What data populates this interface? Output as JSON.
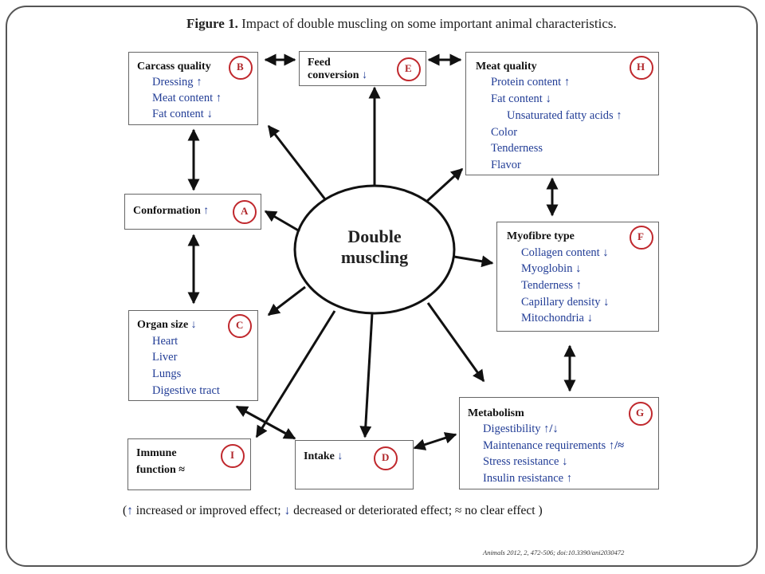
{
  "title": {
    "prefix": "Figure 1.",
    "text": "Impact of double muscling on some important animal characteristics."
  },
  "center": {
    "line1": "Double",
    "line2": "muscling"
  },
  "boxes": {
    "B": {
      "letter": "B",
      "title": "Carcass quality",
      "items": [
        "Dressing",
        "Meat content",
        "Fat content"
      ]
    },
    "E": {
      "letter": "E",
      "title_line1": "Feed",
      "title_line2": "conversion"
    },
    "H": {
      "letter": "H",
      "title": "Meat quality",
      "items": [
        "Protein content",
        "Fat content",
        "Unsaturated fatty acids",
        "Color",
        "Tenderness",
        "Flavor"
      ]
    },
    "A": {
      "letter": "A",
      "title": "Conformation"
    },
    "F": {
      "letter": "F",
      "title": "Myofibre type",
      "items": [
        "Collagen content",
        "Myoglobin",
        "Tenderness",
        "Capillary density",
        "Mitochondria"
      ]
    },
    "C": {
      "letter": "C",
      "title": "Organ size",
      "items": [
        "Heart",
        "Liver",
        "Lungs",
        "Digestive tract"
      ]
    },
    "G": {
      "letter": "G",
      "title": "Metabolism",
      "items": [
        "Digestibility",
        "Maintenance requirements",
        "Stress resistance",
        "Insulin resistance"
      ]
    },
    "I": {
      "letter": "I",
      "title_line1": "Immune",
      "title_line2": "function ≈"
    },
    "D": {
      "letter": "D",
      "title": "Intake"
    }
  },
  "legend": {
    "open": "(",
    "increased": "increased or improved effect;",
    "decreased": "decreased or deteriorated effect;",
    "approx_symbol": "≈",
    "no_effect": "no clear effect )"
  },
  "citation": "Animals 2012, 2, 472-506; doi:10.3390/ani2030472",
  "colors": {
    "effect_arrow": "#223d96",
    "letter_circle": "#c0282d",
    "connector": "#111111"
  },
  "icons": {
    "up": "arrow-up-icon",
    "down": "arrow-down-icon"
  }
}
